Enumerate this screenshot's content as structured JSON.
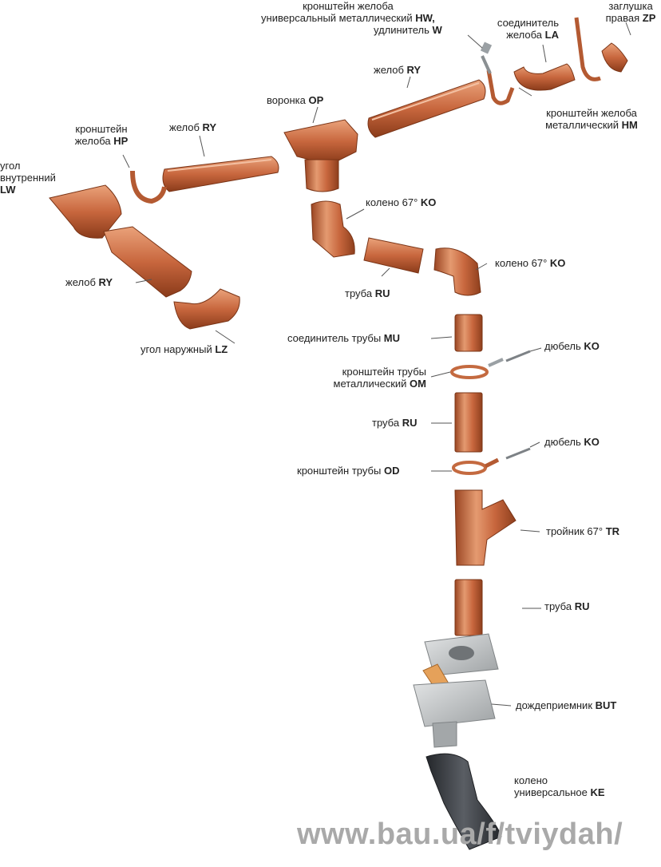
{
  "colors": {
    "copper_light": "#e89a74",
    "copper": "#c8673e",
    "copper_dark": "#8e3f1d",
    "grey_part": "#bfc2c3",
    "black_part": "#3a3d42",
    "label_text": "#222222",
    "watermark": "#a9a9a9"
  },
  "labels": {
    "hw_bracket": {
      "l1": "кронштейн желоба",
      "l2": "универсальный металлический",
      "c2": "HW,",
      "l3": "удлинитель",
      "c3": "W"
    },
    "la_connector": {
      "l1": "соединитель",
      "l2": "желоба",
      "code": "LA"
    },
    "zp_cap": {
      "l1": "заглушка",
      "l2": "правая",
      "code": "ZP"
    },
    "ry_top": {
      "text": "желоб",
      "code": "RY"
    },
    "op_outlet": {
      "text": "воронка",
      "code": "OP"
    },
    "hm_bracket": {
      "l1": "кронштейн желоба",
      "l2": "металлический",
      "code": "HM"
    },
    "hp_bracket": {
      "l1": "кронштейн",
      "l2": "желоба",
      "code": "HP"
    },
    "ry_mid": {
      "text": "желоб",
      "code": "RY"
    },
    "lw_corner": {
      "l1": "угол",
      "l2": "внутренний",
      "code": "LW"
    },
    "ko_elbow_1": {
      "text": "колено 67°",
      "code": "KO"
    },
    "ko_elbow_2": {
      "text": "колено 67°",
      "code": "KO"
    },
    "ry_left": {
      "text": "желоб",
      "code": "RY"
    },
    "ru_pipe_1": {
      "text": "труба",
      "code": "RU"
    },
    "lz_corner": {
      "text": "угол наружный",
      "code": "LZ"
    },
    "mu_connector": {
      "text": "соединитель трубы",
      "code": "MU"
    },
    "ko_dowel_1": {
      "text": "дюбель",
      "code": "KO"
    },
    "om_bracket": {
      "l1": "кронштейн трубы",
      "l2": "металлический",
      "code": "OM"
    },
    "ru_pipe_2": {
      "text": "труба",
      "code": "RU"
    },
    "ko_dowel_2": {
      "text": "дюбель",
      "code": "KO"
    },
    "od_bracket": {
      "text": "кронштейн трубы",
      "code": "OD"
    },
    "tr_tee": {
      "text": "тройник 67°",
      "code": "TR"
    },
    "ru_pipe_3": {
      "text": "труба",
      "code": "RU"
    },
    "but_inlet": {
      "text": "дождеприемник",
      "code": "BUT"
    },
    "ke_elbow": {
      "l1": "колено",
      "l2": "универсальное",
      "code": "KE"
    }
  },
  "watermark": "www.bau.ua/f/tviydah/"
}
